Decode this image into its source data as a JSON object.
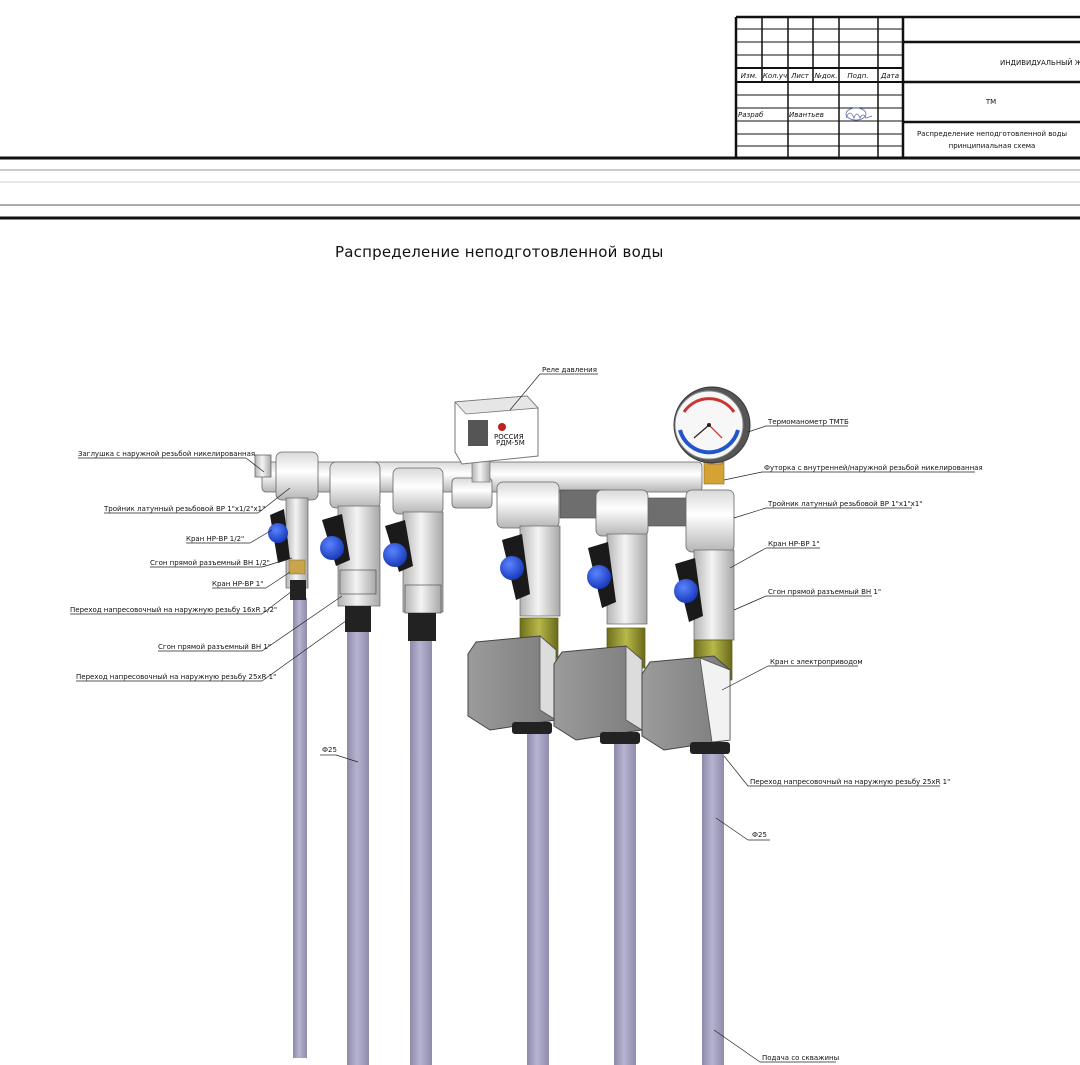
{
  "stamp": {
    "col_headers": [
      "Изм.",
      "Кол.уч",
      "Лист",
      "№док.",
      "Подп.",
      "Дата"
    ],
    "role": "Разраб",
    "author": "Ивантьев",
    "project": "ИНДИВИДУАЛЬНЫЙ ЖИ",
    "section": "ТМ",
    "sheet_title_line1": "Распределение неподготовленной воды",
    "sheet_title_line2": "принципиальная схема"
  },
  "drawing": {
    "title": "Распределение неподготовленной воды",
    "device_brand": "РОССИЯ",
    "device_model": "РДМ-5М",
    "labels": {
      "pressure_relay": "Реле давления",
      "thermomanometer": "Термоманометр ТМТБ",
      "plug": "Заглушка с наружной резьбой никелированная",
      "coupling": "Футорка с внутренней/наружной резьбой никелированная",
      "tee_small": "Тройник латунный резьбовой ВР 1\"х1/2\"х1\"",
      "tee_large": "Тройник латунный резьбовой ВР 1\"х1\"х1\"",
      "valve_half": "Кран НР-ВР 1/2\"",
      "valve_one_right": "Кран НР-ВР 1\"",
      "union_half": "Сгон прямой разъемный ВН 1/2\"",
      "union_one_right": "Сгон прямой разъемный ВН 1\"",
      "valve_one_left": "Кран НР-ВР 1\"",
      "adapter_16": "Переход напресовочный на наружную резьбу 16хR 1/2\"",
      "union_one_left": "Сгон прямой разъемный ВН 1\"",
      "adapter_25_left": "Переход напресовочный на наружную резьбу 25хR 1\"",
      "motor_valve": "Кран с электроприводом",
      "adapter_25_right": "Переход напресовочный на наружную резьбу 25хR 1\"",
      "dia_left": "Ф25",
      "dia_right": "Ф25",
      "supply": "Подача со скважины"
    }
  },
  "colors": {
    "pipe": "#a9a6c4",
    "valve_handle": "#1f4fd6",
    "brass": "#9a9a2e",
    "actuator": "#8a8a8a"
  }
}
